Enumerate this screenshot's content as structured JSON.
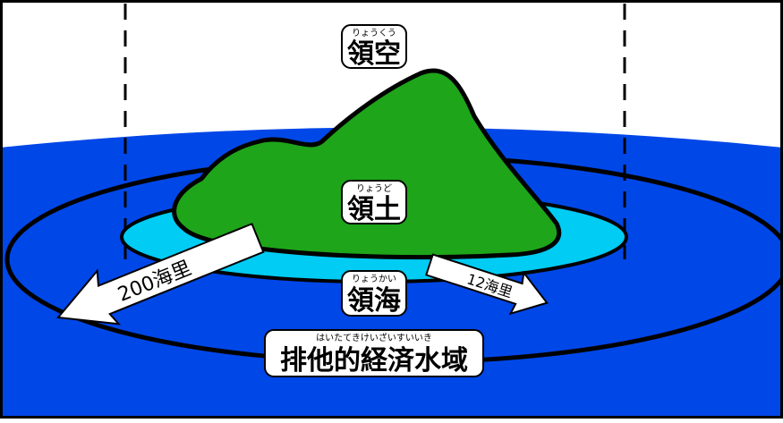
{
  "labels": {
    "airspace": {
      "text": "領空",
      "ruby": "りょうくう"
    },
    "land": {
      "text": "領土",
      "ruby": "りょうど"
    },
    "territorial_sea": {
      "text": "領海",
      "ruby": "りょうかい"
    },
    "eez": {
      "text": "排他的経済水域",
      "ruby": "はいたてきけいざいすいいき"
    }
  },
  "arrows": {
    "eez_distance": "200海里",
    "sea_distance": "12海里"
  },
  "colors": {
    "ocean": "#0047e8",
    "territorial_sea": "#00ccf4",
    "land": "#1ea51a",
    "outline": "#000000",
    "sky": "#ffffff"
  }
}
